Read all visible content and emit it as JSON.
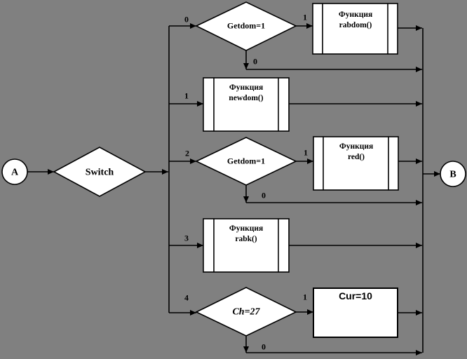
{
  "diagram": {
    "type": "flowchart",
    "colors": {
      "background": "#808080",
      "node_fill": "#ffffff",
      "line": "#000000"
    },
    "nodes": {
      "start": {
        "label": "A",
        "shape": "circle"
      },
      "end": {
        "label": "B",
        "shape": "circle"
      },
      "switch": {
        "label": "Switch",
        "shape": "diamond"
      },
      "decision_top": {
        "label": "Getdom=1",
        "shape": "diamond"
      },
      "decision_mid": {
        "label": "Getdom=1",
        "shape": "diamond"
      },
      "decision_bottom": {
        "label": "Ch=27",
        "shape": "diamond"
      },
      "proc_rabdom": {
        "title": "Функция",
        "name": "rabdom()",
        "shape": "predefined-process"
      },
      "proc_newdom": {
        "title": "Функция",
        "name": "newdom()",
        "shape": "predefined-process"
      },
      "proc_red": {
        "title": "Функция",
        "name": "red()",
        "shape": "predefined-process"
      },
      "proc_rabk": {
        "title": "Функция",
        "name": "rabk()",
        "shape": "predefined-process"
      },
      "assign_cur": {
        "label": "Cur=10",
        "shape": "rectangle"
      }
    },
    "edge_labels": {
      "case_0": "0",
      "case_1": "1",
      "case_2": "2",
      "case_3": "3",
      "case_4": "4",
      "top_true": "1",
      "top_false": "0",
      "mid_true": "1",
      "mid_false": "0",
      "bottom_true": "1",
      "bottom_false": "0"
    }
  }
}
